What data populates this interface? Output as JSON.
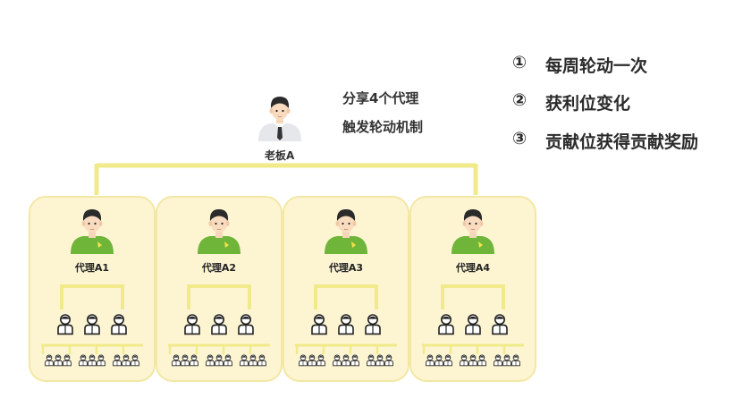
{
  "boss": {
    "label": "老板A"
  },
  "note": {
    "line1": "分享4个代理",
    "line2": "触发轮动机制"
  },
  "rules": [
    {
      "number": "①",
      "text": "每周轮动一次"
    },
    {
      "number": "②",
      "text": "获利位变化"
    },
    {
      "number": "③",
      "text": "贡献位获得贡献奖励"
    }
  ],
  "agents": [
    {
      "label": "代理A1"
    },
    {
      "label": "代理A2"
    },
    {
      "label": "代理A3"
    },
    {
      "label": "代理A4"
    }
  ],
  "colors": {
    "connector": "#f1ea8a",
    "card_bg": "#fdf5d2",
    "card_border": "#f3e7a4",
    "agent_shirt": "#6fb53a",
    "boss_shirt": "#e5e7ea"
  }
}
